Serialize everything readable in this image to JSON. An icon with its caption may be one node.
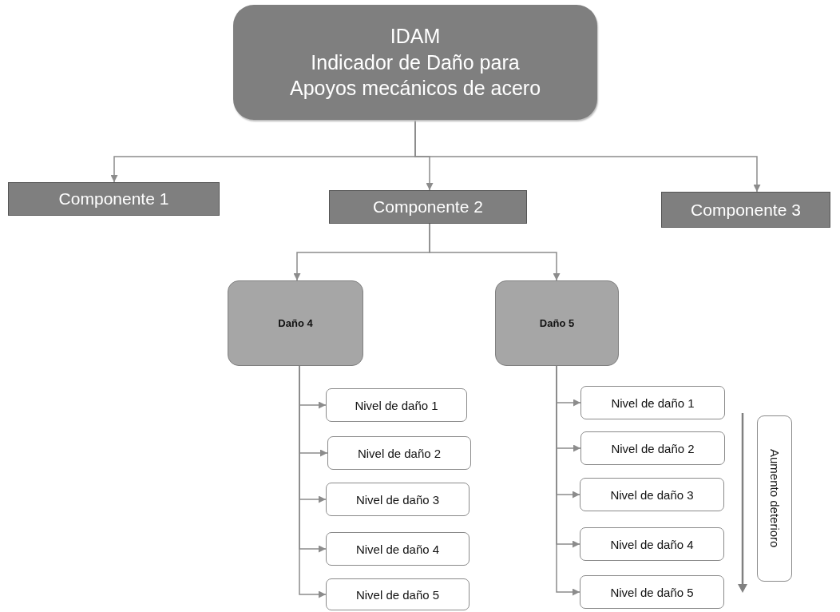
{
  "diagram": {
    "nodes": [
      {
        "text": [
          "IDAM",
          "Indicador de Daño para Apoyos mecánicos de acero"
        ]
      },
      {
        "text": [
          "Componente 1"
        ]
      },
      {
        "text": [
          "Componente 2"
        ]
      },
      {
        "text": [
          "Componente 3"
        ]
      },
      {
        "text": [
          "Daño 4"
        ]
      },
      {
        "text": [
          "Daño 5"
        ]
      },
      {
        "text": [
          "Nivel de daño 1"
        ]
      },
      {
        "text": [
          "Nivel de daño 2"
        ]
      },
      {
        "text": [
          "Nivel de daño 3"
        ]
      },
      {
        "text": [
          "Nivel de daño 4"
        ]
      },
      {
        "text": [
          "Nivel de daño 5"
        ]
      },
      {
        "text": [
          "Nivel de daño 1"
        ]
      },
      {
        "text": [
          "Nivel de daño 2"
        ]
      },
      {
        "text": [
          "Nivel de daño 3"
        ]
      },
      {
        "text": [
          "Nivel de daño 4"
        ]
      },
      {
        "text": [
          "Nivel de daño 5"
        ]
      },
      {
        "text": [
          "Aumento deterioro"
        ]
      }
    ],
    "edges": [
      {
        "from": 0,
        "to": 1,
        "arrow": "to"
      },
      {
        "from": 0,
        "to": 2,
        "arrow": "to"
      },
      {
        "from": 0,
        "to": 3,
        "arrow": "to"
      },
      {
        "from": 2,
        "to": 4,
        "arrow": "to"
      },
      {
        "from": 2,
        "to": 5,
        "arrow": "to"
      },
      {
        "from": 4,
        "to": 6,
        "arrow": "to"
      },
      {
        "from": 4,
        "to": 7,
        "arrow": "to"
      },
      {
        "from": 4,
        "to": 8,
        "arrow": "to"
      },
      {
        "from": 4,
        "to": 9,
        "arrow": "to"
      },
      {
        "from": 4,
        "to": 10,
        "arrow": "to"
      },
      {
        "from": 5,
        "to": 11,
        "arrow": "to"
      },
      {
        "from": 5,
        "to": 12,
        "arrow": "to"
      },
      {
        "from": 5,
        "to": 13,
        "arrow": "to"
      },
      {
        "from": 5,
        "to": 14,
        "arrow": "to"
      },
      {
        "from": 5,
        "to": 15,
        "arrow": "to"
      }
    ]
  }
}
